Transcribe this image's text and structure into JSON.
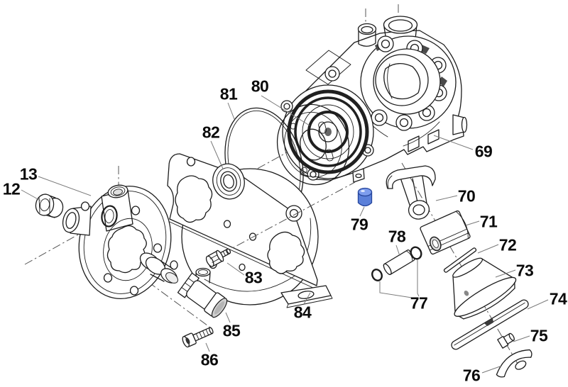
{
  "diagram": {
    "kind": "exploded-parts-diagram",
    "background": "#ffffff",
    "line_color": "#1c1c1c",
    "leader_color": "#7a7a7a",
    "axis_color": "#555555"
  },
  "highlight": {
    "part": "79",
    "body_fill": "#5b80d9",
    "top_fill": "#7d9ded",
    "stroke": "#26459c"
  },
  "labels": [
    {
      "text": "12"
    },
    {
      "text": "13"
    },
    {
      "text": "69"
    },
    {
      "text": "70"
    },
    {
      "text": "71"
    },
    {
      "text": "72"
    },
    {
      "text": "73"
    },
    {
      "text": "74"
    },
    {
      "text": "75"
    },
    {
      "text": "76"
    },
    {
      "text": "77"
    },
    {
      "text": "78"
    },
    {
      "text": "79"
    },
    {
      "text": "80"
    },
    {
      "text": "81"
    },
    {
      "text": "82"
    },
    {
      "text": "83"
    },
    {
      "text": "84"
    },
    {
      "text": "85"
    },
    {
      "text": "86"
    }
  ]
}
